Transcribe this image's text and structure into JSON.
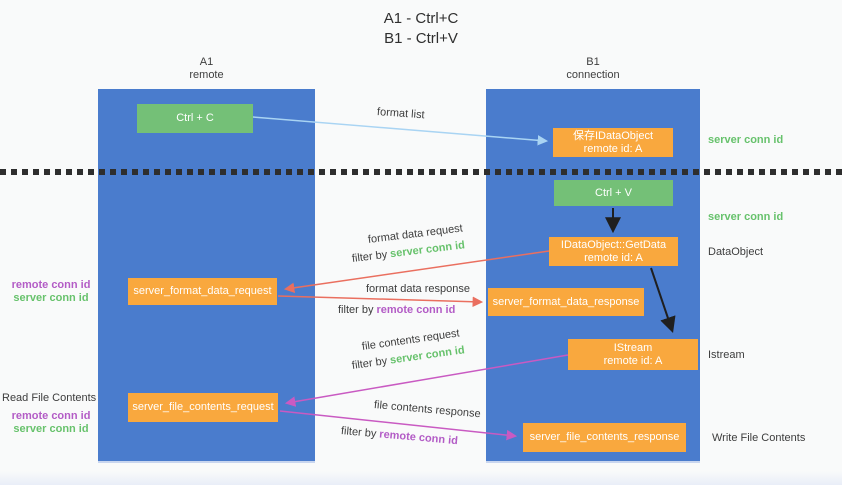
{
  "title": {
    "line1": "A1 - Ctrl+C",
    "line2": "B1 - Ctrl+V"
  },
  "columns": {
    "left": {
      "name": "A1",
      "role": "remote"
    },
    "right": {
      "name": "B1",
      "role": "connection"
    }
  },
  "nodes": {
    "ctrl_c": {
      "label": "Ctrl + C"
    },
    "ctrl_v": {
      "label": "Ctrl + V"
    },
    "save_idataobject": {
      "line1": "保存IDataObject",
      "line2": "remote id: A"
    },
    "getdata": {
      "line1": "IDataObject::GetData",
      "line2": "remote id: A"
    },
    "istream": {
      "line1": "IStream",
      "line2": "remote id: A"
    },
    "format_request": {
      "label": "server_format_data_request"
    },
    "format_response": {
      "label": "server_format_data_response"
    },
    "file_request": {
      "label": "server_file_contents_request"
    },
    "file_response": {
      "label": "server_file_contents_response"
    }
  },
  "arrow_labels": {
    "format_list": "format list",
    "format_data_request": "format data request",
    "format_data_response": "format data response",
    "file_contents_request": "file contents request",
    "file_contents_response": "file contents response",
    "filter_by": "filter by"
  },
  "keys": {
    "server_conn_id": "server conn id",
    "remote_conn_id": "remote conn id"
  },
  "side_labels": {
    "read_file_contents": "Read File Contents",
    "write_file_contents": "Write File Contents",
    "dataobject": "DataObject",
    "istream": "Istream"
  },
  "colors": {
    "column_blue": "#4a7ccd",
    "node_green": "#74c077",
    "node_orange": "#f9a83e",
    "arrow_light_blue": "#a9d4f3",
    "arrow_red": "#ea6f5f",
    "arrow_magenta": "#c95ac2",
    "arrow_black": "#1f1f1f",
    "key_green": "#67c26c",
    "key_purple": "#b35cc6",
    "text_grey": "#3d3d3d"
  }
}
